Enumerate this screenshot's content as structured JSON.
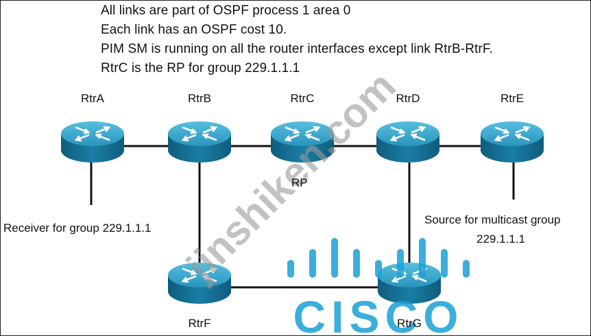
{
  "notes": [
    "All links are part of OSPF process 1 area 0",
    "Each link has an OSPF cost 10.",
    "PIM SM is running on all the router interfaces except link RtrB-RtrF.",
    "RtrC is the RP for group 229.1.1.1"
  ],
  "routers": {
    "a": "RtrA",
    "b": "RtrB",
    "c": "RtrC",
    "d": "RtrD",
    "e": "RtrE",
    "f": "RtrF",
    "g": "RtrG"
  },
  "annotations": {
    "rp": "RP",
    "receiver": "Receiver for group 229.1.1.1",
    "source_line1": "Source for multicast group",
    "source_line2": "229.1.1.1"
  },
  "watermark": {
    "site_text": "jinshiken.com",
    "logo_text": "CISCO"
  },
  "colors": {
    "router_top": "#2f9fc6",
    "router_side": "#156b8f",
    "logo_blue": "#1ba0d7"
  }
}
